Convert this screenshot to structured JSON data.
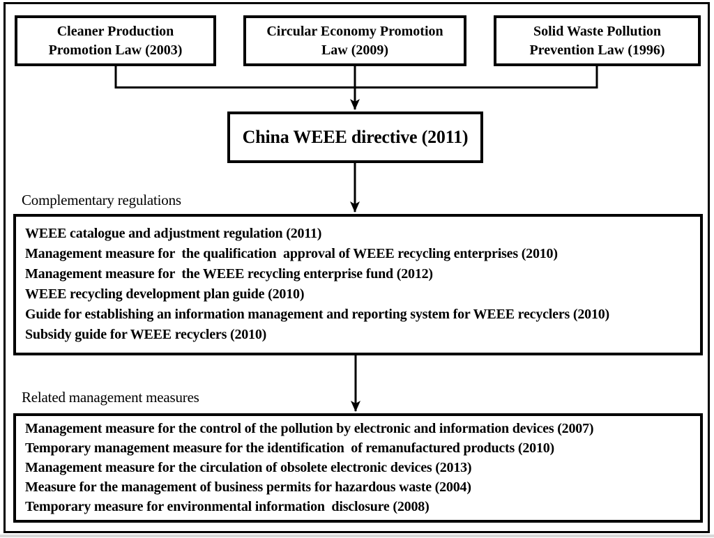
{
  "top_boxes": [
    {
      "label": "Cleaner Production\nPromotion Law (2003)"
    },
    {
      "label": "Circular Economy Promotion\nLaw (2009)"
    },
    {
      "label": "Solid Waste Pollution\nPrevention Law (1996)"
    }
  ],
  "directive_box": {
    "label": "China WEEE directive (2011)"
  },
  "complementary": {
    "heading": "Complementary regulations",
    "items": [
      "WEEE catalogue and adjustment regulation (2011)",
      "Management measure for  the qualification  approval of WEEE recycling enterprises (2010)",
      "Management measure for  the WEEE recycling enterprise fund (2012)",
      "WEEE recycling development plan guide (2010)",
      "Guide for establishing an information management and reporting system for WEEE recyclers (2010)",
      "Subsidy guide for WEEE recyclers (2010)"
    ]
  },
  "related": {
    "heading": "Related management measures",
    "items": [
      "Management measure for the control of the pollution by electronic and information devices (2007)",
      "Temporary management measure for the identification  of remanufactured products (2010)",
      "Management measure for the circulation of obsolete electronic devices (2013)",
      "Measure for the management of business permits for hazardous waste (2004)",
      "Temporary measure for environmental information  disclosure (2008)"
    ]
  },
  "colors": {
    "line": "#000000",
    "background": "#ffffff",
    "text": "#000000"
  }
}
